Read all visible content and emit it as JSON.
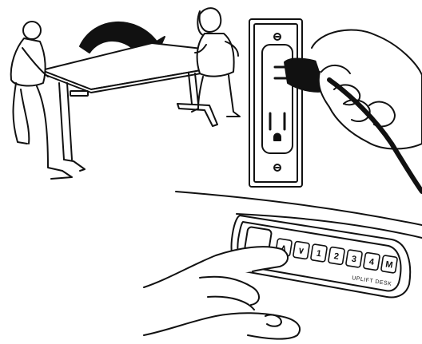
{
  "keypad": {
    "keys": [
      {
        "id": "up",
        "label": "∧",
        "icon": "up-arrow-icon"
      },
      {
        "id": "down",
        "label": "∨",
        "icon": "down-arrow-icon"
      },
      {
        "id": "p1",
        "label": "1"
      },
      {
        "id": "p2",
        "label": "2"
      },
      {
        "id": "p3",
        "label": "3"
      },
      {
        "id": "p4",
        "label": "4"
      },
      {
        "id": "mem",
        "label": "M"
      }
    ],
    "brand": "UPLIFT DESK"
  },
  "colors": {
    "ink": "#111111",
    "paper": "#ffffff",
    "shade": "#bbbbbb"
  }
}
